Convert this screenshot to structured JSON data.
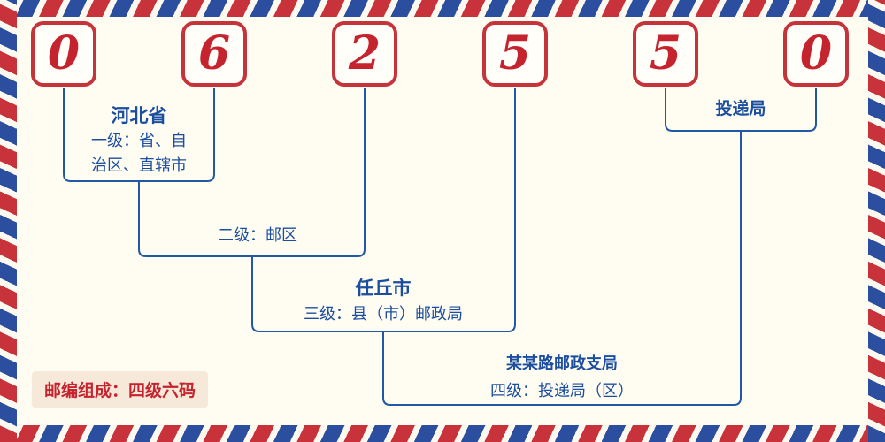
{
  "postal_code": {
    "digits": [
      "0",
      "6",
      "2",
      "5",
      "5",
      "0"
    ]
  },
  "labels": {
    "level1_place": "河北省",
    "level1_desc": "一级：省、自\n治区、直辖市",
    "level2_desc": "二级：邮区",
    "level3_place": "任丘市",
    "level3_desc": "三级：县（市）邮政局",
    "level4_place": "某某路邮政支局",
    "level4_desc": "四级：投递局（区）",
    "delivery_label": "投递局",
    "footer_note": "邮编组成：四级六码"
  },
  "colors": {
    "digit_red": "#c5232d",
    "box_border_red": "#c5333b",
    "line_blue": "#2257a4",
    "text_blue": "#1c4ea0",
    "stripe_red": "#c8333b",
    "stripe_blue": "#2b4f9e",
    "background": "#fffdf2",
    "footer_badge_bg": "#f6e9d9"
  }
}
